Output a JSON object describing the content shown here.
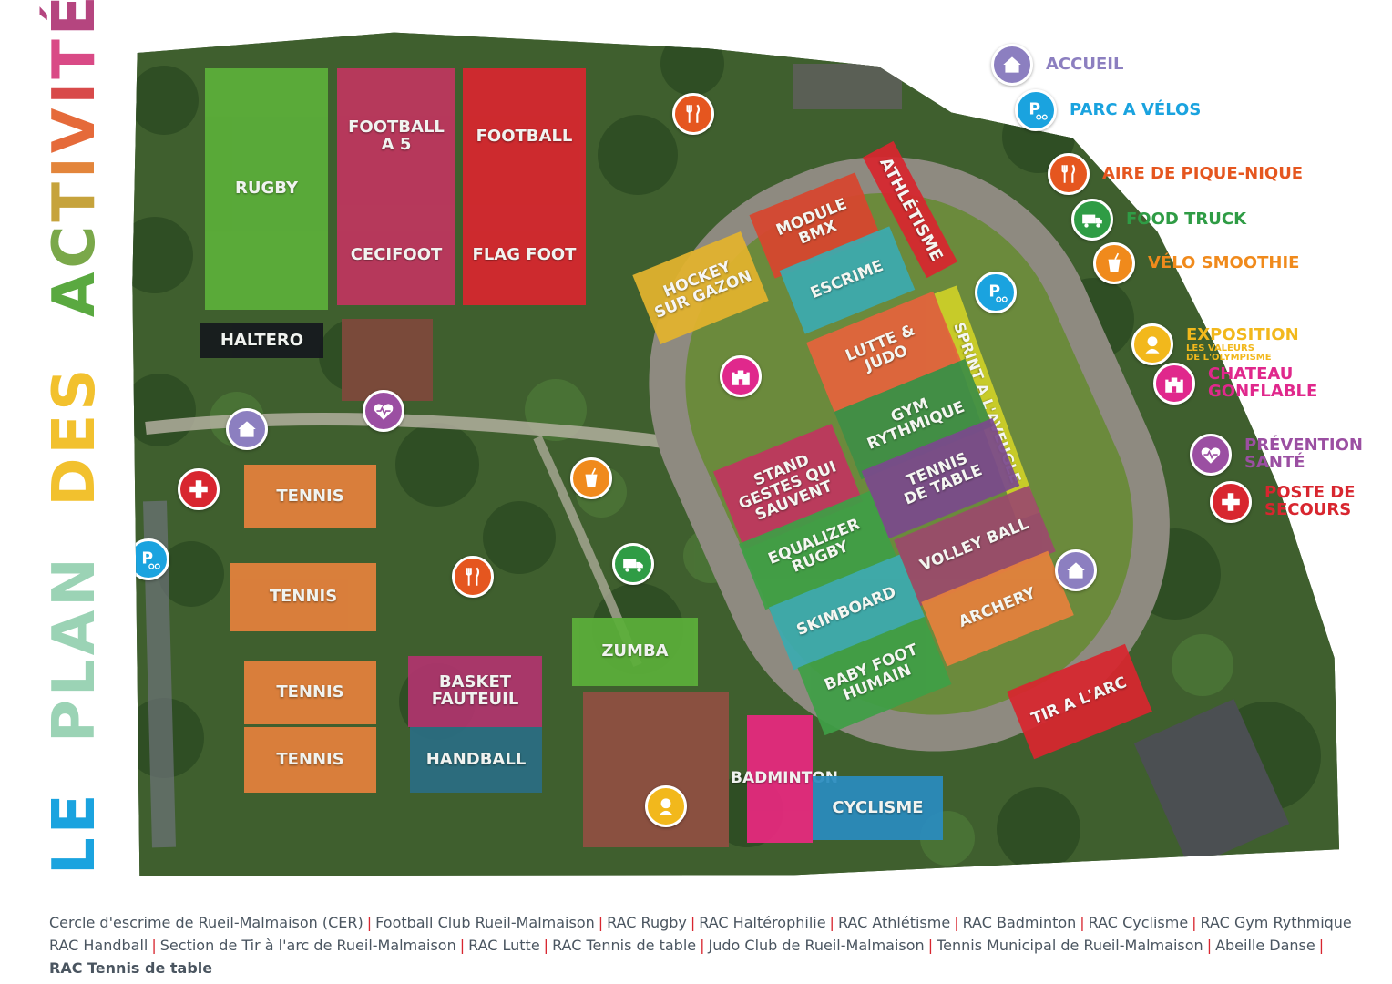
{
  "title": {
    "words": [
      {
        "text": "LE",
        "color": "#1aa3df"
      },
      {
        "text": "PLAN",
        "color": "#9bd3b5"
      },
      {
        "text": "DES",
        "color": "#f2c12e"
      },
      {
        "text": "ACTIVITÉS",
        "colors": [
          "#5aa940",
          "#7aa84a",
          "#c6a33c",
          "#e3853b",
          "#e56a3a",
          "#d84a4a",
          "#d94a86",
          "#b5457f",
          "#e05a7a"
        ]
      }
    ]
  },
  "map": {
    "zones": {
      "rugby": {
        "label": "RUGBY",
        "color": "#5caf3a"
      },
      "football5": {
        "label": "FOOTBALL\nA 5",
        "color": "#c0365f"
      },
      "football": {
        "label": "FOOTBALL",
        "color": "#d8262f"
      },
      "cecifoot": {
        "label": "CECIFOOT",
        "color": "#c0365f"
      },
      "flagfoot": {
        "label": "FLAG FOOT",
        "color": "#d8262f"
      },
      "haltero": {
        "label": "HALTERO",
        "color": "#16191e"
      },
      "tennis1": {
        "label": "TENNIS",
        "color": "#e5813c"
      },
      "tennis2": {
        "label": "TENNIS",
        "color": "#e5813c"
      },
      "tennis3": {
        "label": "TENNIS",
        "color": "#e5813c"
      },
      "tennis4": {
        "label": "TENNIS",
        "color": "#e5813c"
      },
      "basket": {
        "label": "BASKET\nFAUTEUIL",
        "color": "#b0356e"
      },
      "handball": {
        "label": "HANDBALL",
        "color": "#2b6e83"
      },
      "zumba": {
        "label": "ZUMBA",
        "color": "#5caf3a"
      },
      "badminton": {
        "label": "BADMINTON",
        "color": "#e8297f"
      },
      "cyclisme": {
        "label": "CYCLISME",
        "color": "#2a8cbf"
      },
      "athletisme": {
        "label": "ATHLÉTISME",
        "color": "#d8262f"
      },
      "sprint": {
        "label": "SPRINT A L'AVEUGLE",
        "color": "#cfd028"
      },
      "module_bmx": {
        "label": "MODULE\nBMX",
        "color": "#d8462f"
      },
      "hockey": {
        "label": "HOCKEY\nSUR GAZON",
        "color": "#e3b32e"
      },
      "escrime": {
        "label": "ESCRIME",
        "color": "#3cabb0"
      },
      "lutte": {
        "label": "LUTTE &\nJUDO",
        "color": "#e5643c"
      },
      "gym": {
        "label": "GYM\nRYTHMIQUE",
        "color": "#3f8f46"
      },
      "stand": {
        "label": "STAND\nGESTES QUI\nSAUVENT",
        "color": "#c0365f"
      },
      "tennis_table": {
        "label": "TENNIS\nDE TABLE",
        "color": "#7b4a8c"
      },
      "equalizer": {
        "label": "EQUALIZER\nRUGBY",
        "color": "#3f9f46"
      },
      "volley": {
        "label": "VOLLEY BALL",
        "color": "#9b4a6c"
      },
      "skimboard": {
        "label": "SKIMBOARD",
        "color": "#3cabb0"
      },
      "archery": {
        "label": "ARCHERY",
        "color": "#e5813c"
      },
      "baby_foot": {
        "label": "BABY FOOT\nHUMAIN",
        "color": "#3f9f46"
      },
      "tir_arc": {
        "label": "TIR A L'ARC",
        "color": "#d8262f"
      }
    }
  },
  "icons": {
    "accueil": {
      "name": "home-icon",
      "color": "#8c7fc0"
    },
    "parc_velos": {
      "name": "bike-parking-icon",
      "color": "#1aa3df"
    },
    "pique_nique": {
      "name": "cutlery-icon",
      "color": "#e5561f"
    },
    "food_truck": {
      "name": "truck-icon",
      "color": "#2f9c45"
    },
    "smoothie": {
      "name": "cup-icon",
      "color": "#f08a1c"
    },
    "exposition": {
      "name": "bust-icon",
      "color": "#f2b81c"
    },
    "chateau": {
      "name": "castle-icon",
      "color": "#e0288c"
    },
    "prevention": {
      "name": "heart-pulse-icon",
      "color": "#9b4fa2"
    },
    "secours": {
      "name": "first-aid-icon",
      "color": "#d8262f"
    }
  },
  "legend": [
    {
      "key": "accueil",
      "label": "ACCUEIL",
      "color": "#8c7fc0"
    },
    {
      "key": "parc_velos",
      "label": "PARC A VÉLOS",
      "color": "#1aa3df"
    },
    {
      "key": "pique_nique",
      "label": "AIRE DE PIQUE-NIQUE",
      "color": "#e5561f"
    },
    {
      "key": "food_truck",
      "label": "FOOD TRUCK",
      "color": "#2f9c45"
    },
    {
      "key": "smoothie",
      "label": "VÉLO SMOOTHIE",
      "color": "#f08a1c"
    },
    {
      "key": "exposition",
      "label": "EXPOSITION",
      "sub": "LES VALEURS\nDE L'OLYMPISME",
      "color": "#f2b81c"
    },
    {
      "key": "chateau",
      "label": "CHATEAU\nGONFLABLE",
      "color": "#e0288c"
    },
    {
      "key": "prevention",
      "label": "PRÉVENTION\nSANTÉ",
      "color": "#9b4fa2"
    },
    {
      "key": "secours",
      "label": "POSTE DE\nSECOURS",
      "color": "#d8262f"
    }
  ],
  "footer": {
    "line1": [
      "Cercle d'escrime de Rueil-Malmaison (CER)",
      "Football Club Rueil-Malmaison",
      "RAC Rugby",
      "RAC Haltérophilie",
      "RAC Athlétisme",
      "RAC Badminton",
      "RAC Cyclisme",
      "RAC Gym Rythmique"
    ],
    "line2": [
      "RAC Handball",
      "Section de Tir à l'arc de Rueil-Malmaison",
      "RAC Lutte",
      "RAC Tennis de table",
      "Judo Club de Rueil-Malmaison",
      "Tennis Municipal de Rueil-Malmaison",
      "Abeille Danse"
    ],
    "line3": "RAC Tennis de table"
  }
}
